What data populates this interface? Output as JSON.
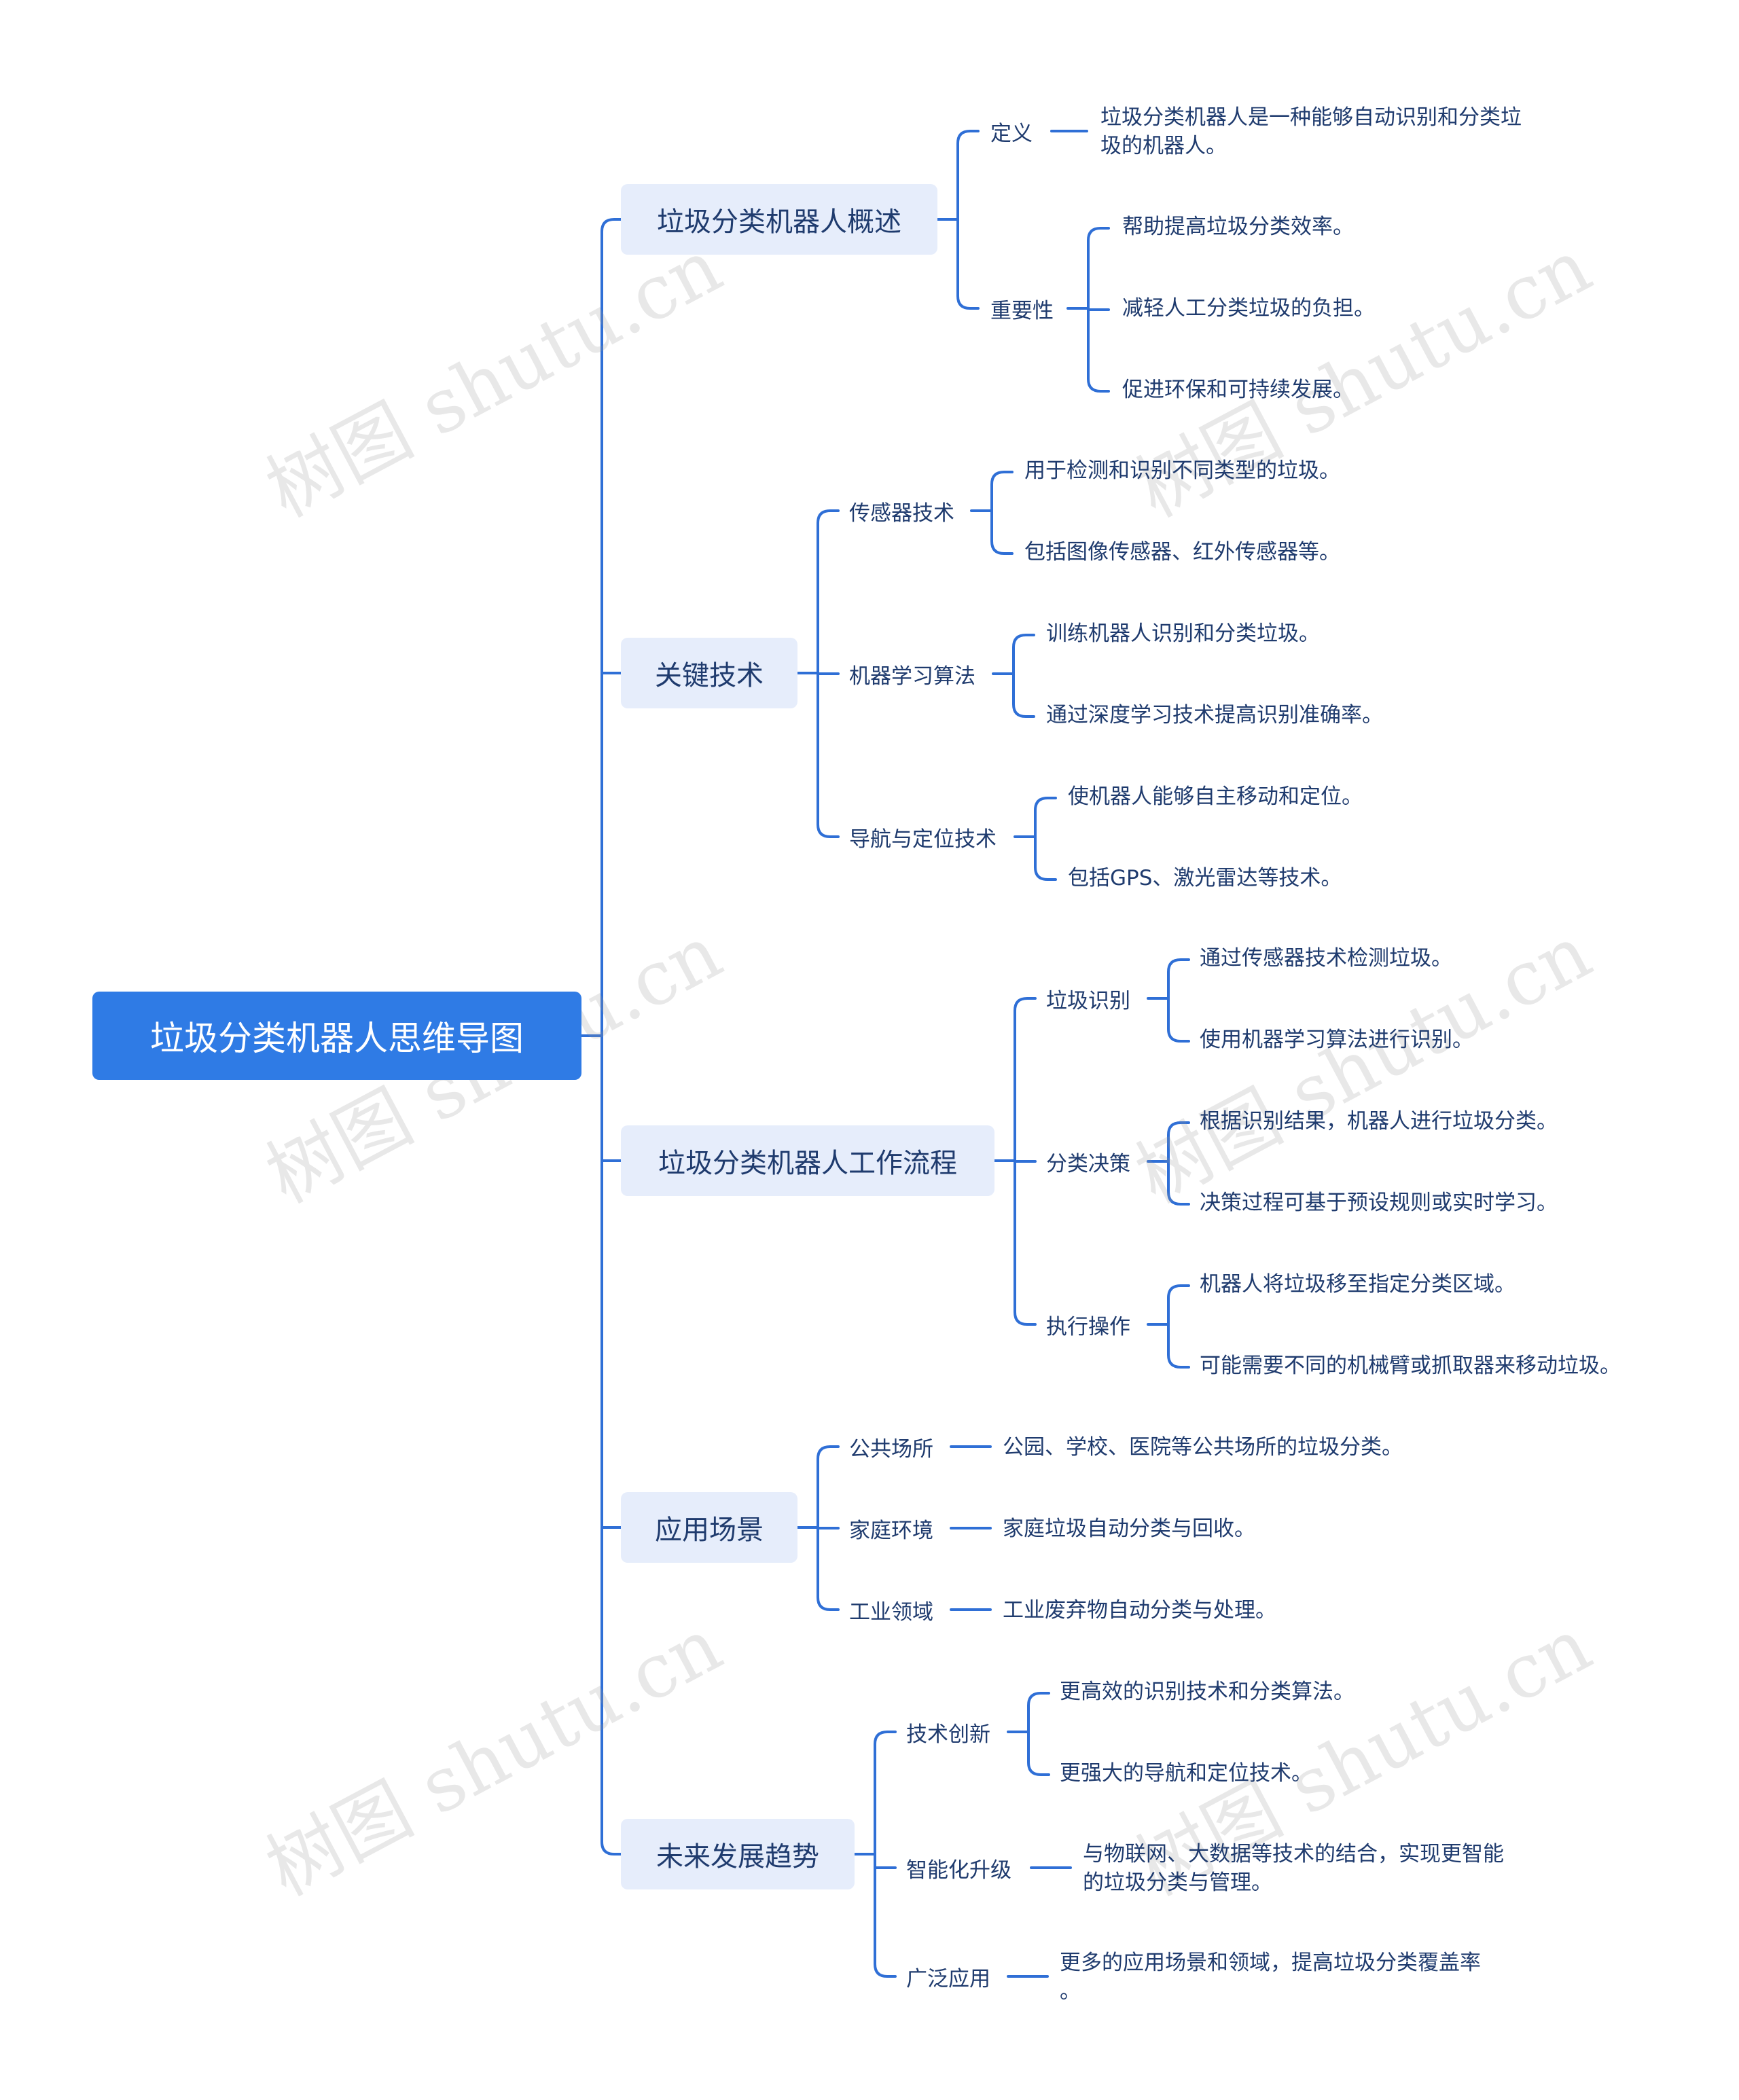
{
  "root": "垃圾分类机器人思维导图",
  "watermark": "树图 shutu.cn",
  "branches": [
    {
      "label": "垃圾分类机器人概述",
      "children": [
        {
          "label": "定义",
          "leaves": [
            "垃圾分类机器人是一种能够自动识别和分类垃\n圾的机器人。"
          ]
        },
        {
          "label": "重要性",
          "leaves": [
            "帮助提高垃圾分类效率。",
            "减轻人工分类垃圾的负担。",
            "促进环保和可持续发展。"
          ]
        }
      ]
    },
    {
      "label": "关键技术",
      "children": [
        {
          "label": "传感器技术",
          "leaves": [
            "用于检测和识别不同类型的垃圾。",
            "包括图像传感器、红外传感器等。"
          ]
        },
        {
          "label": "机器学习算法",
          "leaves": [
            "训练机器人识别和分类垃圾。",
            "通过深度学习技术提高识别准确率。"
          ]
        },
        {
          "label": "导航与定位技术",
          "leaves": [
            "使机器人能够自主移动和定位。",
            "包括GPS、激光雷达等技术。"
          ]
        }
      ]
    },
    {
      "label": "垃圾分类机器人工作流程",
      "children": [
        {
          "label": "垃圾识别",
          "leaves": [
            "通过传感器技术检测垃圾。",
            "使用机器学习算法进行识别。"
          ]
        },
        {
          "label": "分类决策",
          "leaves": [
            "根据识别结果，机器人进行垃圾分类。",
            "决策过程可基于预设规则或实时学习。"
          ]
        },
        {
          "label": "执行操作",
          "leaves": [
            "机器人将垃圾移至指定分类区域。",
            "可能需要不同的机械臂或抓取器来移动垃圾。"
          ]
        }
      ]
    },
    {
      "label": "应用场景",
      "children": [
        {
          "label": "公共场所",
          "leaves": [
            "公园、学校、医院等公共场所的垃圾分类。"
          ]
        },
        {
          "label": "家庭环境",
          "leaves": [
            "家庭垃圾自动分类与回收。"
          ]
        },
        {
          "label": "工业领域",
          "leaves": [
            "工业废弃物自动分类与处理。"
          ]
        }
      ]
    },
    {
      "label": "未来发展趋势",
      "children": [
        {
          "label": "技术创新",
          "leaves": [
            "更高效的识别技术和分类算法。",
            "更强大的导航和定位技术。"
          ]
        },
        {
          "label": "智能化升级",
          "leaves": [
            "与物联网、大数据等技术的结合，实现更智能\n的垃圾分类与管理。"
          ]
        },
        {
          "label": "广泛应用",
          "leaves": [
            "更多的应用场景和领域，提高垃圾分类覆盖率\n。"
          ]
        }
      ]
    }
  ]
}
